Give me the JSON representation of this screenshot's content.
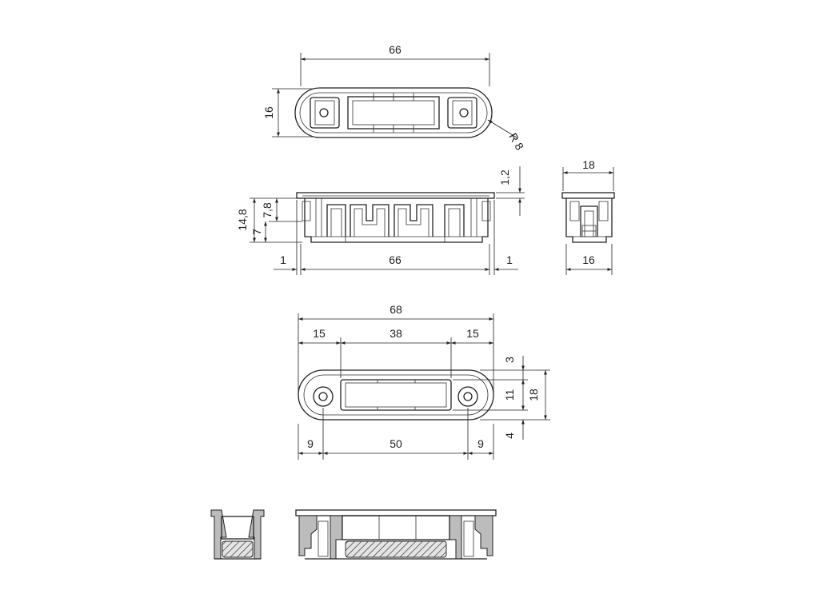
{
  "top_view": {
    "length": "66",
    "height": "16",
    "radius": "R 8"
  },
  "side_view": {
    "flange": "1,2",
    "height_total": "14,8",
    "height_a": "7",
    "height_b": "7,8",
    "overhang_left": "1",
    "length": "66",
    "overhang_right": "1"
  },
  "end_view": {
    "width_top": "18",
    "width_bottom": "16"
  },
  "plate_view": {
    "length": "68",
    "left_margin": "15",
    "window": "38",
    "right_margin": "15",
    "edge_top": "3",
    "window_height": "11",
    "height": "18",
    "edge_bottom": "4",
    "hole_left": "9",
    "hole_spacing": "50",
    "hole_right": "9"
  }
}
